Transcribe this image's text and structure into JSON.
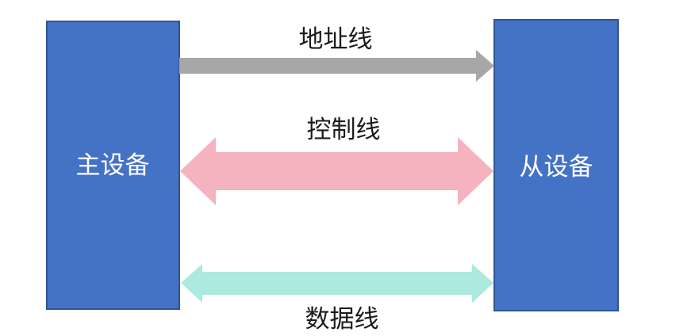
{
  "diagram": {
    "title": "master-slave bus connection diagram",
    "background": "#ffffff",
    "text_color": "#1b1b1b",
    "master_box": {
      "label": "主设备",
      "fill": "#4472C4",
      "border": "#2F5597",
      "label_color": "#ffffff"
    },
    "slave_box": {
      "label": "从设备",
      "fill": "#4472C4",
      "border": "#2F5597",
      "label_color": "#ffffff"
    },
    "buses": [
      {
        "label": "地址线",
        "color": "#A9A6A6",
        "direction": "master-to-slave",
        "label_position": "above"
      },
      {
        "label": "控制线",
        "color": "#F5B3C0",
        "direction": "bidirectional",
        "label_position": "above"
      },
      {
        "label": "数据线",
        "color": "#ACE9DE",
        "direction": "bidirectional",
        "label_position": "below"
      }
    ]
  }
}
